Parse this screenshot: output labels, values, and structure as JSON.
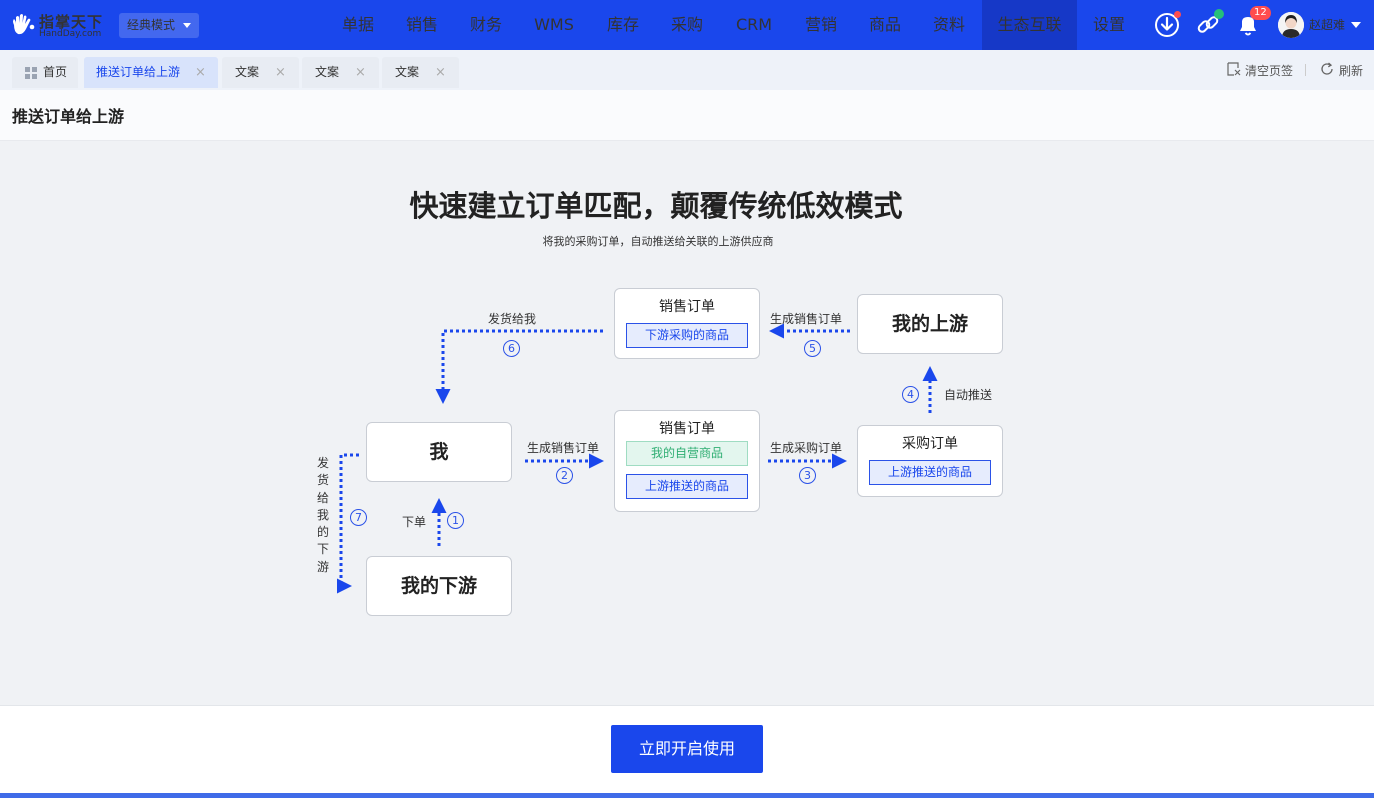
{
  "brand": {
    "name": "指掌天下",
    "domain": "HandDay.com"
  },
  "mode_select": {
    "value": "经典模式"
  },
  "nav": {
    "items": [
      "单据",
      "销售",
      "财务",
      "WMS",
      "库存",
      "采购",
      "CRM",
      "营销",
      "商品",
      "资料",
      "生态互联",
      "设置"
    ],
    "active": "生态互联",
    "notification_count": "12",
    "icons": [
      "download-icon",
      "link-icon",
      "bell-icon"
    ]
  },
  "user": {
    "name": "赵超难"
  },
  "tabs": [
    {
      "label": "首页",
      "closable": false
    },
    {
      "label": "推送订单给上游",
      "closable": true,
      "active": true
    },
    {
      "label": "文案",
      "closable": true
    },
    {
      "label": "文案",
      "closable": true
    },
    {
      "label": "文案",
      "closable": true
    }
  ],
  "tab_close_glyph": "×",
  "toolbar": {
    "clear": "清空页签",
    "refresh": "刷新"
  },
  "page": {
    "title": "推送订单给上游"
  },
  "hero": {
    "title": "快速建立订单匹配，颠覆传统低效模式",
    "subtitle": "将我的采购订单，自动推送给关联的上游供应商"
  },
  "diagram": {
    "me": "我",
    "upstream": "我的上游",
    "downstream": "我的下游",
    "top_sales_order": {
      "title": "销售订单",
      "item": "下游采购的商品"
    },
    "mid_sales_order": {
      "title": "销售订单",
      "item_own": "我的自营商品",
      "item_pushed": "上游推送的商品"
    },
    "purchase_order": {
      "title": "采购订单",
      "item": "上游推送的商品"
    },
    "steps": {
      "s1": {
        "num": "1",
        "label": "下单"
      },
      "s2": {
        "num": "2",
        "label": "生成销售订单"
      },
      "s3": {
        "num": "3",
        "label": "生成采购订单"
      },
      "s4": {
        "num": "4",
        "label": "自动推送"
      },
      "s5": {
        "num": "5",
        "label": "生成销售订单"
      },
      "s6": {
        "num": "6",
        "label": "发货给我"
      },
      "s7": {
        "num": "7",
        "label": "发货给我的下游"
      }
    }
  },
  "cta": {
    "label": "立即开启使用"
  },
  "colors": {
    "primary": "#1a47ec",
    "nav_active": "#1638c7",
    "success": "#2fae73",
    "badge": "#ff4d4f"
  }
}
